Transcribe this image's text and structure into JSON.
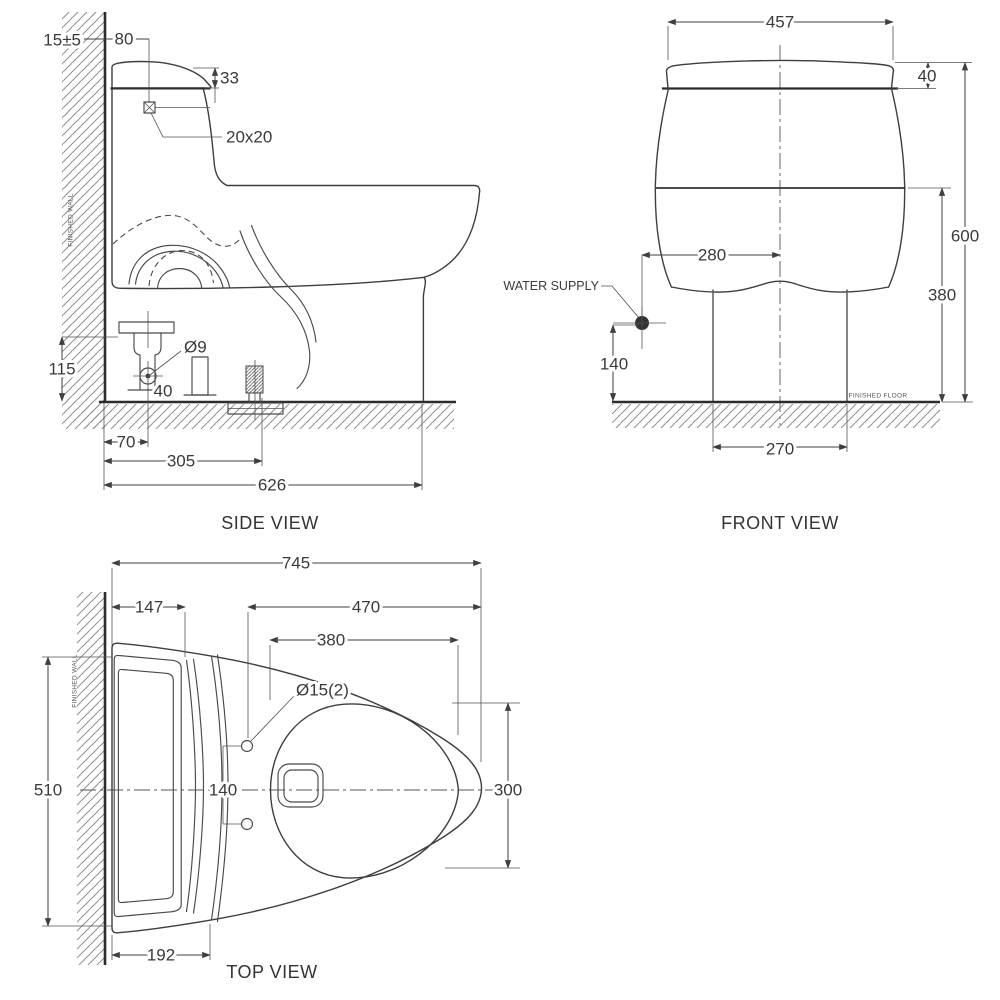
{
  "colors": {
    "line": "#3e3e3e",
    "dim_text": "#3a3a3a",
    "hatch": "#8f8f96",
    "background": "#ffffff"
  },
  "side_view": {
    "title": "SIDE VIEW",
    "wall_label": "FINISHED WALL",
    "dims": {
      "wall_gap": "15±5",
      "button_offset": "80",
      "lid_height": "33",
      "button_size": "20x20",
      "supply_height": "115",
      "supply_diameter": "Ø9",
      "supply_side_offset": "40",
      "supply_setback": "70",
      "outlet_setback": "305",
      "overall_depth": "626"
    }
  },
  "front_view": {
    "title": "FRONT VIEW",
    "floor_label": "FINISHED FLOOR",
    "water_supply_label": "WATER SUPPLY",
    "dims": {
      "tank_width": "457",
      "lid_height": "40",
      "overall_height": "600",
      "rim_height": "380",
      "supply_offset_from_center": "280",
      "supply_height": "140",
      "base_width": "270"
    }
  },
  "top_view": {
    "title": "TOP VIEW",
    "wall_label": "FINISHED WALL",
    "dims": {
      "overall_depth": "745",
      "tank_lid_depth": "147",
      "seat_hole_depth": "470",
      "bowl_opening_length": "380",
      "seat_holes": "Ø15(2)",
      "overall_width": "510",
      "hole_spacing": "140",
      "bowl_opening_width": "300",
      "tank_inner_depth": "192"
    }
  }
}
